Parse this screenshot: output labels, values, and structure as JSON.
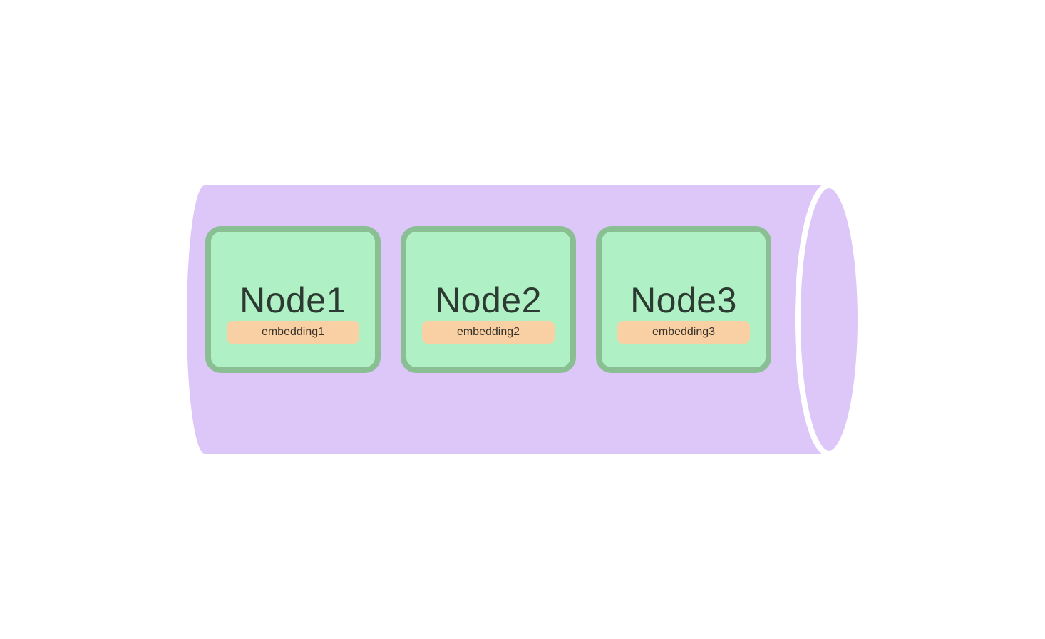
{
  "diagram": {
    "type": "horizontal-cylinder-container",
    "nodes": [
      {
        "label": "Node1",
        "badge": "embedding1"
      },
      {
        "label": "Node2",
        "badge": "embedding2"
      },
      {
        "label": "Node3",
        "badge": "embedding3"
      }
    ]
  },
  "colors": {
    "purple": "#dcc7f8",
    "gap_white": "#ffffff",
    "node_fill": "#aff1c4",
    "node_border": "#8abf93",
    "badge_bg": "#f9d0a3",
    "title_text": "#2d3a31",
    "badge_text": "#37322a",
    "page_bg": "#ffffff"
  }
}
